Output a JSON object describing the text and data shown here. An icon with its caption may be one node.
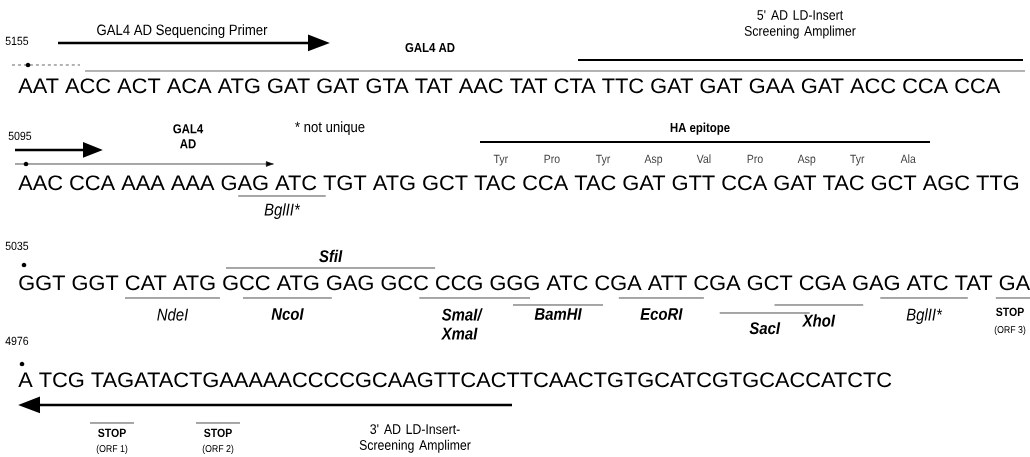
{
  "diagram": {
    "labels": [
      "5155",
      "GAL4 AD Sequencing Primer",
      "GAL4 AD",
      "5' AD LD-Insert Screening Amplimer",
      "AAT ACC ACT ACA ATG GAT GAT GTA TAT AAC TAT CTA TTC GAT GAT GAA GAT ACC CCA CCA",
      "5095",
      "GAL4 AD",
      "* not unique",
      "HA epitope",
      "Tyr",
      "Pro",
      "Tyr",
      "Asp",
      "Val",
      "Pro",
      "Asp",
      "Tyr",
      "Ala",
      "AAC CCA AAA AAA GAG ATC TGT ATG GCT TAC CCA TAC GAT GTT CCA GAT TAC GCT AGC TTG",
      "BglII*",
      "5035",
      "SfiI",
      "GGT GGT CAT ATG GCC ATG GAG GCC CCG GGG ATC CGA ATT CGA GCT CGA GAG ATC TAT GA",
      "NdeI",
      "NcoI",
      "SmaI/ XmaI",
      "BamHI",
      "EcoRI",
      "SacI",
      "XhoI",
      "BglII*",
      "STOP",
      "(ORF 3)",
      "4976",
      "A TCG TAGATACTGAAAAACCCCGCAAGTTCACTTCAACTGTGCATCGTGCACCATCTC",
      "STOP",
      "(ORF 1)",
      "STOP",
      "(ORF 2)",
      "3' AD LD-Insert-Screening Amplimer"
    ]
  }
}
